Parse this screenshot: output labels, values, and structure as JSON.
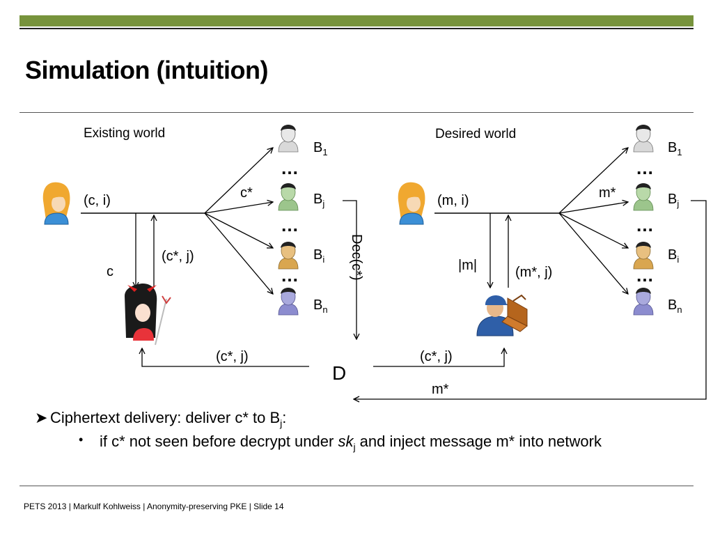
{
  "slide": {
    "title": "Simulation (intuition)",
    "footer": "PETS 2013 | Markulf Kohlweiss | Anonymity-preserving PKE | Slide 14"
  },
  "colors": {
    "accent_bar": "#77933c",
    "arrows": "#000000"
  },
  "diagram": {
    "left": {
      "heading": "Existing world",
      "sender_label": "(c, i)",
      "broadcast_label": "c*",
      "down_label": "c",
      "up_label": "(c*, j)",
      "return_label": "(c*, j)",
      "adversary_icon": "devil-icon",
      "sender_icon": "user-female-icon",
      "decrypt_label": "Dec(c*)",
      "receivers": [
        {
          "name": "B",
          "sub": "1"
        },
        {
          "name": "B",
          "sub": "j"
        },
        {
          "name": "B",
          "sub": "i"
        },
        {
          "name": "B",
          "sub": "n"
        }
      ],
      "ellipsis": "…"
    },
    "right": {
      "heading": "Desired world",
      "sender_label": "(m, i)",
      "broadcast_label": "m*",
      "down_label": "|m|",
      "up_label": "(m*, j)",
      "in_label": "(c*, j)",
      "back_label": "m*",
      "simulator_icon": "worker-icon",
      "sender_icon": "user-female-icon",
      "receivers": [
        {
          "name": "B",
          "sub": "1"
        },
        {
          "name": "B",
          "sub": "j"
        },
        {
          "name": "B",
          "sub": "i"
        },
        {
          "name": "B",
          "sub": "n"
        }
      ],
      "ellipsis": "…"
    },
    "distinguisher": "D"
  },
  "bullets": {
    "main_prefix": "Ciphertext delivery: deliver c* to B",
    "main_sub": "j",
    "main_suffix": ":",
    "sub_prefix": "if c* not seen before decrypt under ",
    "sub_italic": "sk",
    "sub_sub": "j",
    "sub_suffix": " and inject message m* into network"
  }
}
